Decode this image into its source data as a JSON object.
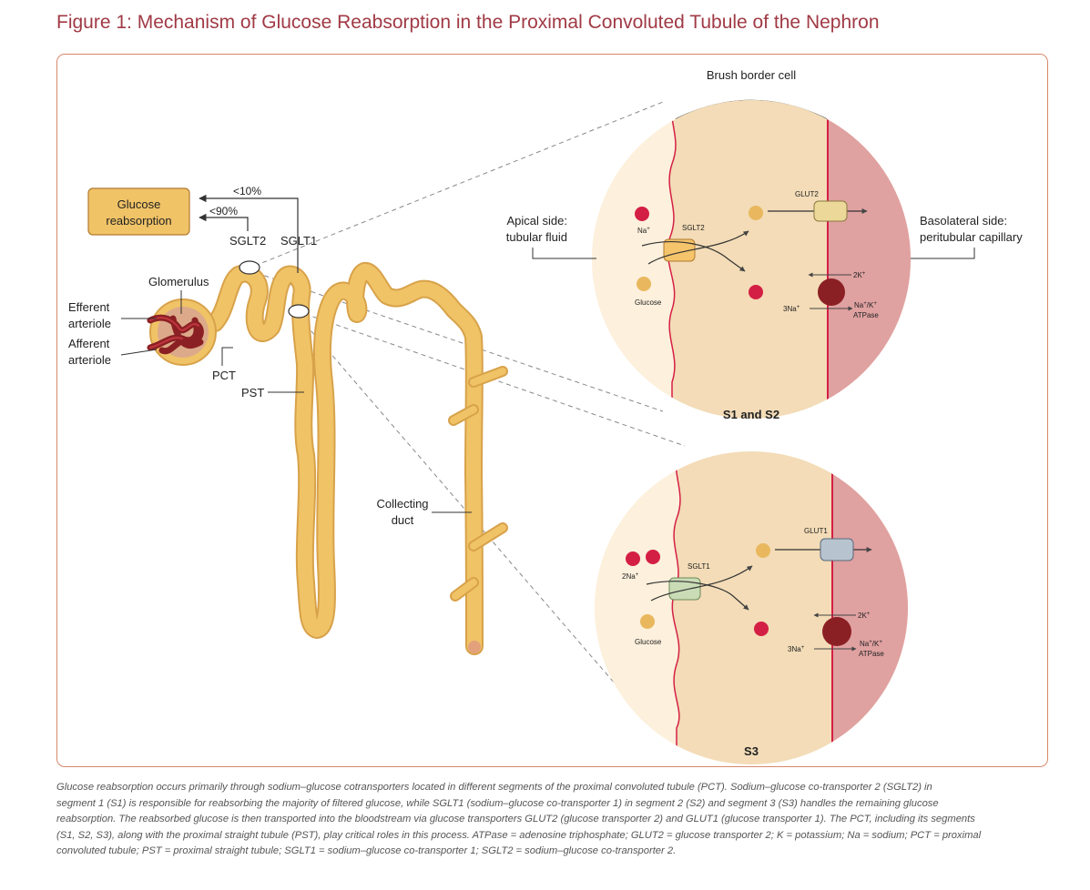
{
  "figure": {
    "title": "Figure 1: Mechanism of Glucose Reabsorption in the Proximal Convoluted Tubule of the Nephron"
  },
  "nephron": {
    "glucose_reabsorption": [
      "Glucose",
      "reabsorption"
    ],
    "pct_10": "<10%",
    "pct_90": "<90%",
    "sglt2": "SGLT2",
    "sglt1": "SGLT1",
    "glomerulus": "Glomerulus",
    "efferent": [
      "Efferent",
      "arteriole"
    ],
    "afferent": [
      "Afferent",
      "arteriole"
    ],
    "pct": "PCT",
    "pst": "PST",
    "collecting_duct": [
      "Collecting",
      "duct"
    ]
  },
  "cell_s1s2": {
    "header": "Brush border cell",
    "apical": [
      "Apical side:",
      "tubular fluid"
    ],
    "basolateral": [
      "Basolateral side:",
      "peritubular capillary"
    ],
    "na_label": "Na",
    "plus": "+",
    "sglt": "SGLT2",
    "glut": "GLUT2",
    "glucose": "Glucose",
    "k2": "2K",
    "na3": "3Na",
    "atpase_1": "Na",
    "atpase_mid": "/K",
    "atpase_2": "ATPase",
    "caption": "S1 and S2"
  },
  "cell_s3": {
    "na_label": "2Na",
    "plus": "+",
    "sglt": "SGLT1",
    "glut": "GLUT1",
    "glucose": "Glucose",
    "k2": "2K",
    "na3": "3Na",
    "atpase_1": "Na",
    "atpase_mid": "/K",
    "atpase_2": "ATPase",
    "caption": "S3"
  },
  "caption_lines": [
    "Glucose reabsorption occurs primarily through sodium–glucose cotransporters located in different segments of the proximal convoluted tubule (PCT). Sodium–glucose co-transporter 2 (SGLT2) in",
    "segment 1 (S1) is responsible for reabsorbing the majority of filtered glucose, while SGLT1 (sodium–glucose co-transporter 1) in segment 2 (S2) and segment 3 (S3) handles the remaining glucose",
    "reabsorption. The reabsorbed glucose is then transported into the bloodstream via glucose transporters GLUT2 (glucose transporter 2) and GLUT1 (glucose transporter 1). The PCT, including its segments",
    "(S1, S2, S3), along with the proximal straight tubule (PST), play critical roles in this process. ATPase = adenosine triphosphate; GLUT2 = glucose transporter 2; K = potassium; Na = sodium; PCT = proximal",
    "convoluted tubule; PST = proximal straight tubule; SGLT1 = sodium–glucose co-transporter 1; SGLT2 = sodium–glucose co-transporter 2."
  ],
  "colors": {
    "title": "#a03a45",
    "tubule": "#f0c367",
    "tubule_edge": "#d8a24a",
    "sodium": "#d41f44",
    "glucose": "#e9b85e",
    "atpase": "#8b2024",
    "sglt2_box": "#f5c46b",
    "glut2_box": "#ecd999",
    "sglt1_box": "#c9dcb6",
    "glut1_box": "#b7c3cf",
    "lumen": "#fdf0dc",
    "cytoplasm": "#f3dcb7",
    "capillary": "#e0a1a1",
    "border": "#d9886c"
  }
}
